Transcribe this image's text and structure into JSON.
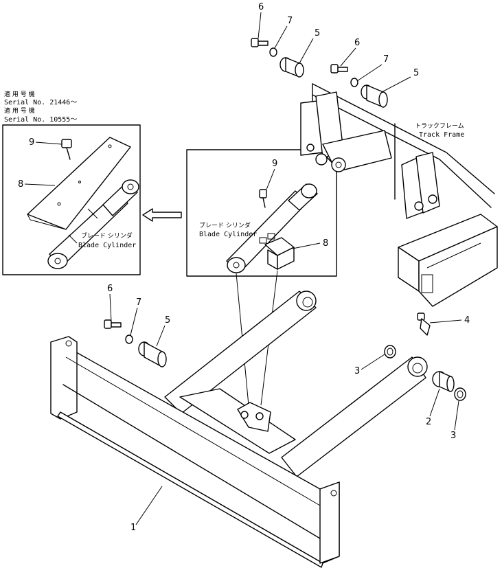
{
  "serial_note": {
    "jp_line1": "適 用 号 機",
    "serial1": "Serial No. 21446～",
    "jp_line2": "適 用 号 機",
    "serial2": "Serial No. 10555～"
  },
  "labels": {
    "track_frame_jp": "トラックフレーム",
    "track_frame_en": "Track Frame",
    "blade_cylinder_jp": "ブレード シリンダ",
    "blade_cylinder_en": "Blade Cylinder"
  },
  "callouts": {
    "p1": "1",
    "p2": "2",
    "p3a": "3",
    "p3b": "3",
    "p4": "4",
    "p5a": "5",
    "p5b": "5",
    "p5c": "5",
    "p6a": "6",
    "p6b": "6",
    "p6c": "6",
    "p7a": "7",
    "p7b": "7",
    "p7c": "7",
    "p8a": "8",
    "p8b": "8",
    "p9a": "9",
    "p9b": "9"
  }
}
